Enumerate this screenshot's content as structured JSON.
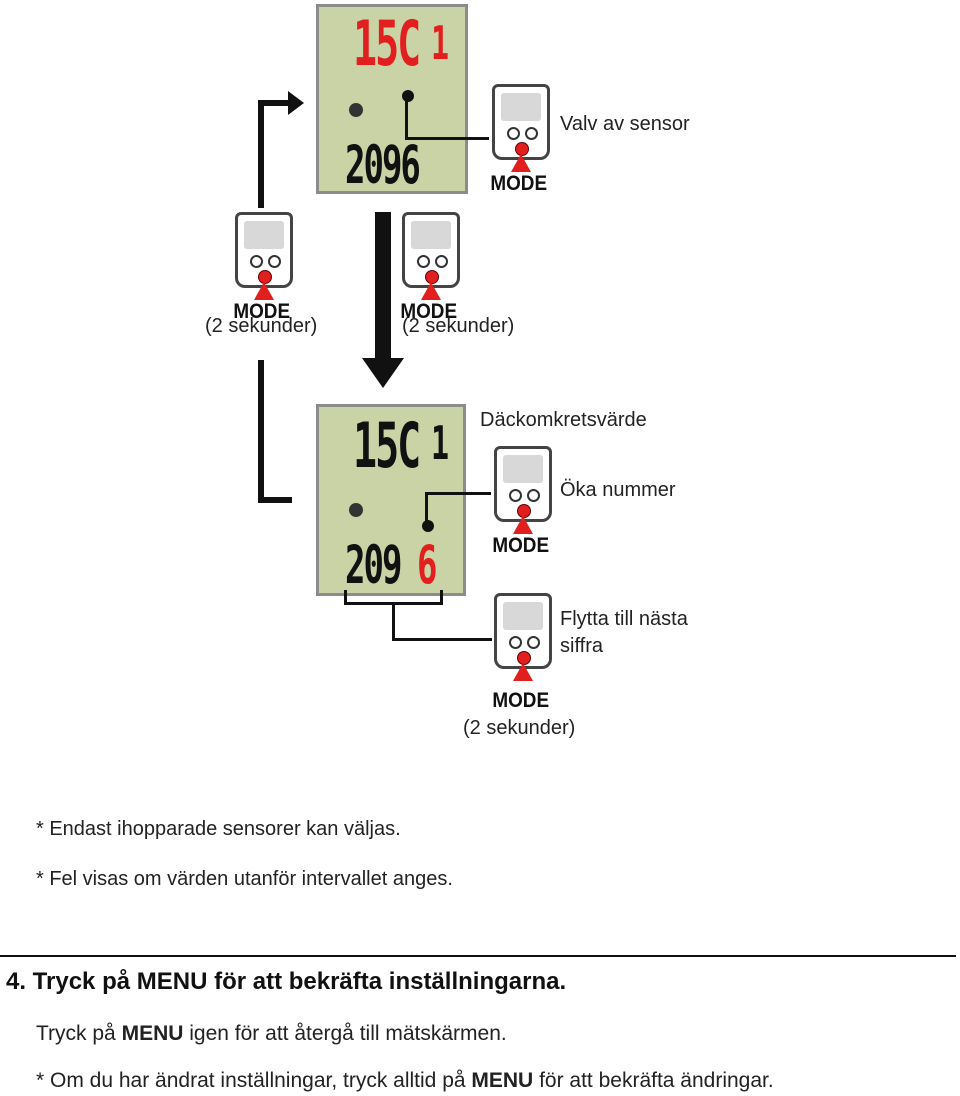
{
  "top_display": {
    "upper": "15C",
    "upper_small": "1",
    "lower": "2096"
  },
  "bottom_display": {
    "upper": "15C",
    "upper_small": "1",
    "lower_main": "209",
    "lower_blink": "6"
  },
  "mode_label": "MODE",
  "labels": {
    "valv": "Valv av sensor",
    "two_sec_left": "(2 sekunder)",
    "two_sec_mid": "(2 sekunder)",
    "dack": "Däckomkretsvärde",
    "oka": "Öka nummer",
    "flytta": "Flytta till nästa siffra",
    "two_sec_bottom": "(2 sekunder)"
  },
  "notes": [
    "* Endast ihopparade sensorer kan väljas.",
    "* Fel visas om värden utanför intervallet anges."
  ],
  "step": {
    "heading": "4. Tryck på MENU för att bekräfta inställningarna.",
    "line1_pre": "Tryck på ",
    "line1_bold": "MENU",
    "line1_post": " igen för att återgå till mätskärmen.",
    "line2_pre": "* Om du har ändrat inställningar, tryck alltid på ",
    "line2_bold": "MENU",
    "line2_post": " för att bekräfta ändringar."
  },
  "colors": {
    "lcd": "#c9d3a5",
    "accent_red": "#e21f1f",
    "line": "#111111"
  }
}
